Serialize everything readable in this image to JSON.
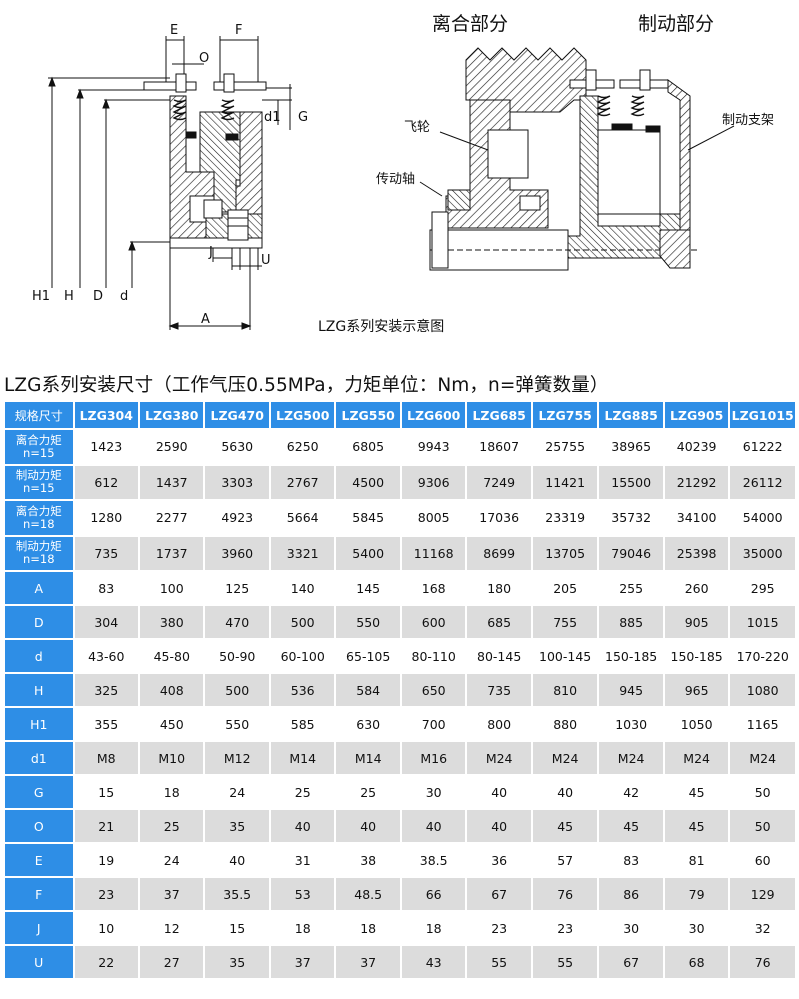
{
  "drawing": {
    "section_labels": [
      "离合部分",
      "制动部分"
    ],
    "left_dim_labels": [
      "H1",
      "H",
      "D",
      "d"
    ],
    "top_labels": [
      "E",
      "F",
      "O"
    ],
    "side_labels": [
      "d1",
      "G"
    ],
    "bottom_labels": [
      "J",
      "U",
      "A"
    ],
    "part_labels": [
      "飞轮",
      "传动轴",
      "制动支架"
    ],
    "caption": "LZG系列安装示意图"
  },
  "table": {
    "title": "LZG系列安装尺寸（工作气压0.55MPa，力矩单位：Nm，n=弹簧数量）",
    "corner_label": "规格尺寸",
    "models": [
      "LZG304",
      "LZG380",
      "LZG470",
      "LZG500",
      "LZG550",
      "LZG600",
      "LZG685",
      "LZG755",
      "LZG885",
      "LZG905",
      "LZG1015"
    ],
    "rows": [
      {
        "label": "离合力矩",
        "sub": "n=15",
        "values": [
          "1423",
          "2590",
          "5630",
          "6250",
          "6805",
          "9943",
          "18607",
          "25755",
          "38965",
          "40239",
          "61222"
        ]
      },
      {
        "label": "制动力矩",
        "sub": "n=15",
        "values": [
          "612",
          "1437",
          "3303",
          "2767",
          "4500",
          "9306",
          "7249",
          "11421",
          "15500",
          "21292",
          "26112"
        ]
      },
      {
        "label": "离合力矩",
        "sub": "n=18",
        "values": [
          "1280",
          "2277",
          "4923",
          "5664",
          "5845",
          "8005",
          "17036",
          "23319",
          "35732",
          "34100",
          "54000"
        ]
      },
      {
        "label": "制动力矩",
        "sub": "n=18",
        "values": [
          "735",
          "1737",
          "3960",
          "3321",
          "5400",
          "11168",
          "8699",
          "13705",
          "79046",
          "25398",
          "35000"
        ]
      },
      {
        "label": "A",
        "values": [
          "83",
          "100",
          "125",
          "140",
          "145",
          "168",
          "180",
          "205",
          "255",
          "260",
          "295"
        ]
      },
      {
        "label": "D",
        "values": [
          "304",
          "380",
          "470",
          "500",
          "550",
          "600",
          "685",
          "755",
          "885",
          "905",
          "1015"
        ]
      },
      {
        "label": "d",
        "values": [
          "43-60",
          "45-80",
          "50-90",
          "60-100",
          "65-105",
          "80-110",
          "80-145",
          "100-145",
          "150-185",
          "150-185",
          "170-220"
        ]
      },
      {
        "label": "H",
        "values": [
          "325",
          "408",
          "500",
          "536",
          "584",
          "650",
          "735",
          "810",
          "945",
          "965",
          "1080"
        ]
      },
      {
        "label": "H1",
        "values": [
          "355",
          "450",
          "550",
          "585",
          "630",
          "700",
          "800",
          "880",
          "1030",
          "1050",
          "1165"
        ]
      },
      {
        "label": "d1",
        "values": [
          "M8",
          "M10",
          "M12",
          "M14",
          "M14",
          "M16",
          "M24",
          "M24",
          "M24",
          "M24",
          "M24"
        ]
      },
      {
        "label": "G",
        "values": [
          "15",
          "18",
          "24",
          "25",
          "25",
          "30",
          "40",
          "40",
          "42",
          "45",
          "50"
        ]
      },
      {
        "label": "O",
        "values": [
          "21",
          "25",
          "35",
          "40",
          "40",
          "40",
          "40",
          "45",
          "45",
          "45",
          "50"
        ]
      },
      {
        "label": "E",
        "values": [
          "19",
          "24",
          "40",
          "31",
          "38",
          "38.5",
          "36",
          "57",
          "83",
          "81",
          "60"
        ]
      },
      {
        "label": "F",
        "values": [
          "23",
          "37",
          "35.5",
          "53",
          "48.5",
          "66",
          "67",
          "76",
          "86",
          "79",
          "129"
        ]
      },
      {
        "label": "J",
        "values": [
          "10",
          "12",
          "15",
          "18",
          "18",
          "18",
          "23",
          "23",
          "30",
          "30",
          "32"
        ]
      },
      {
        "label": "U",
        "values": [
          "22",
          "27",
          "35",
          "37",
          "37",
          "43",
          "55",
          "55",
          "67",
          "68",
          "76"
        ]
      }
    ]
  },
  "colors": {
    "header_blue": "#2e8ee6",
    "row_gray": "#dcdcdc",
    "hatch": "#222222"
  }
}
